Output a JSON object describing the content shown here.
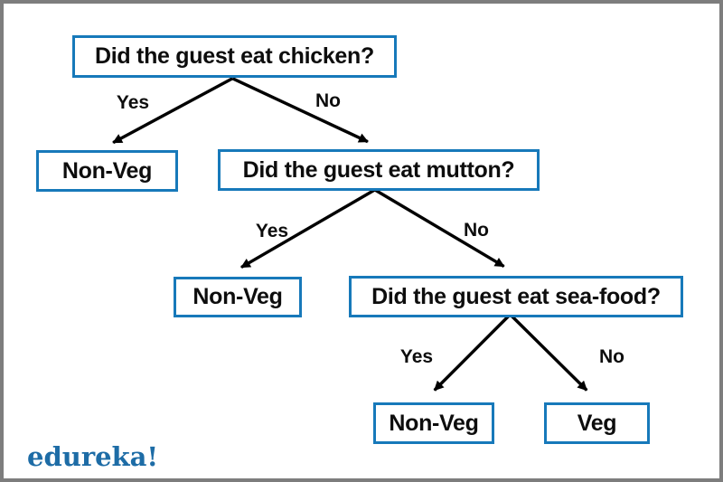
{
  "nodes": {
    "q_chicken": "Did the guest eat chicken?",
    "nonveg1": "Non-Veg",
    "q_mutton": "Did the guest eat mutton?",
    "nonveg2": "Non-Veg",
    "q_seafood": "Did the guest eat sea-food?",
    "nonveg3": "Non-Veg",
    "veg": "Veg"
  },
  "edges": {
    "l1_yes": "Yes",
    "l1_no": "No",
    "l2_yes": "Yes",
    "l2_no": "No",
    "l3_yes": "Yes",
    "l3_no": "No"
  },
  "logo": {
    "text": "edureka!"
  },
  "colors": {
    "box_border": "#1779BA",
    "box_fill": "#FFFFFF",
    "line": "#000000",
    "frame": "#7D7D7D",
    "text": "#0D0D0D",
    "logo": "#1D6CA6"
  }
}
